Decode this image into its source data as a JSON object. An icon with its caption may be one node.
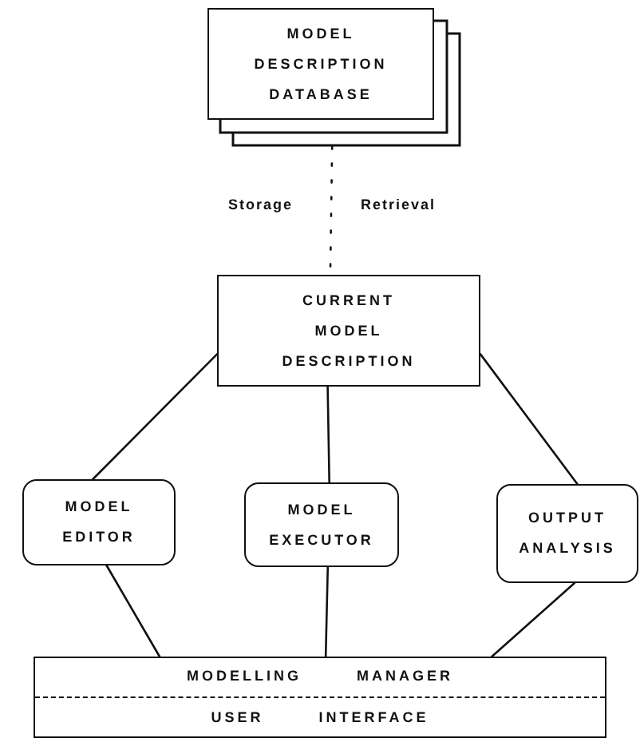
{
  "diagram": {
    "nodes": [
      {
        "text": [
          "MODEL DESCRIPTION DATABASE"
        ]
      },
      {
        "text": [
          "CURRENT MODEL DESCRIPTION"
        ]
      },
      {
        "text": [
          "MODEL EDITOR"
        ]
      },
      {
        "text": [
          "MODEL EXECUTOR"
        ]
      },
      {
        "text": [
          "OUTPUT ANALYSIS"
        ]
      },
      {
        "text": [
          "MODELLING MANAGER",
          "USER INTERFACE"
        ]
      }
    ],
    "edges": [
      {
        "from": 0,
        "to": 1,
        "arrow": "none",
        "style": "dashed"
      },
      {
        "from": 1,
        "to": 2,
        "arrow": "none"
      },
      {
        "from": 1,
        "to": 3,
        "arrow": "none"
      },
      {
        "from": 1,
        "to": 4,
        "arrow": "none"
      },
      {
        "from": 2,
        "to": 5,
        "arrow": "none"
      },
      {
        "from": 3,
        "to": 5,
        "arrow": "none"
      },
      {
        "from": 4,
        "to": 5,
        "arrow": "none"
      }
    ],
    "labels": [
      "Storage",
      "Retrieval"
    ]
  }
}
